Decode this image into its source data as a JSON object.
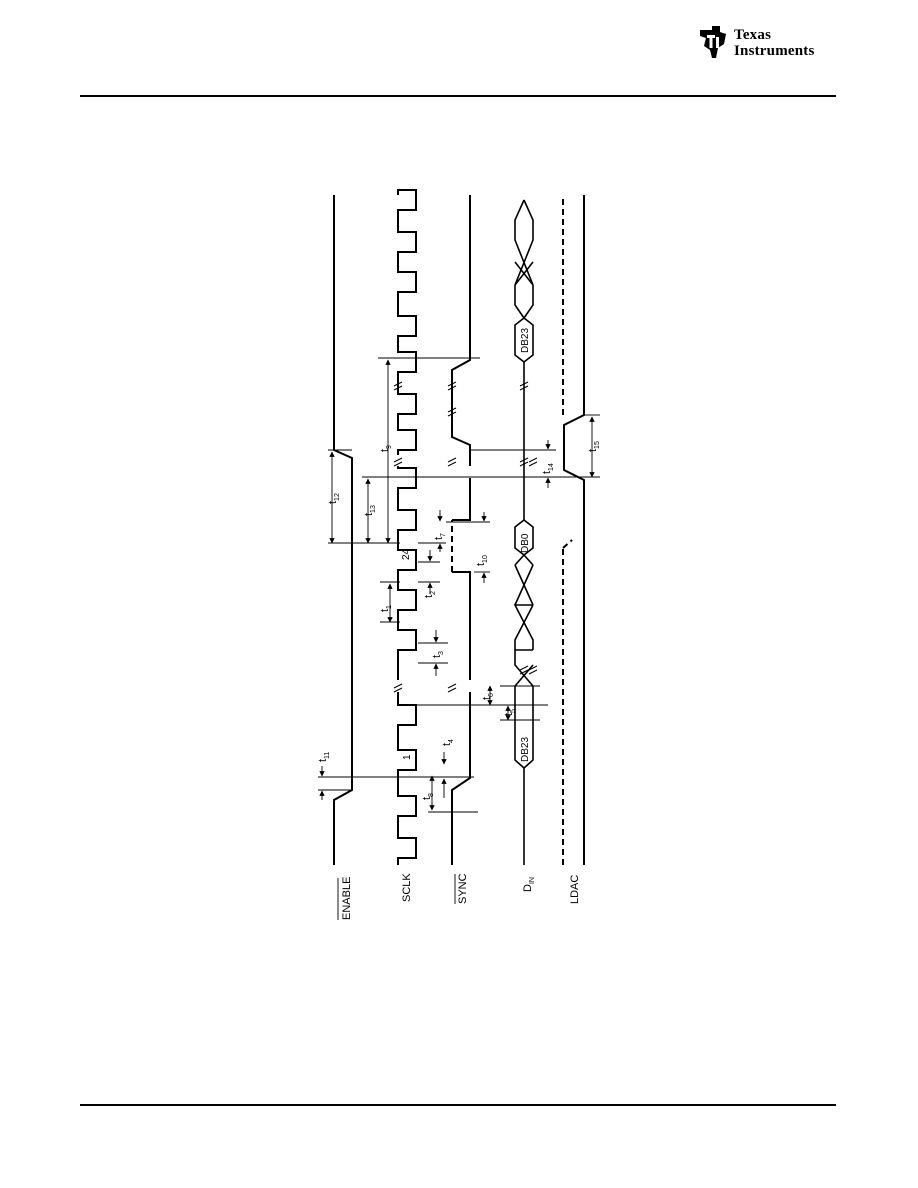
{
  "logo": {
    "line1": "Texas",
    "line2": "Instruments",
    "emblem": "ti-logo-icon"
  },
  "signals": [
    {
      "id": "enable",
      "label": "ENABLE",
      "overbar": true,
      "sub": ""
    },
    {
      "id": "sclk",
      "label": "SCLK",
      "overbar": false,
      "sub": ""
    },
    {
      "id": "sync",
      "label": "SYNC",
      "overbar": true,
      "sub": ""
    },
    {
      "id": "din",
      "label": "D",
      "overbar": false,
      "sub": "IN"
    },
    {
      "id": "ldac",
      "label": "LDAC",
      "overbar": false,
      "sub": ""
    }
  ],
  "timing": {
    "t1": {
      "base": "t",
      "sub": "1"
    },
    "t2": {
      "base": "t",
      "sub": "2"
    },
    "t3": {
      "base": "t",
      "sub": "3"
    },
    "t4": {
      "base": "t",
      "sub": "4"
    },
    "t5": {
      "base": "t",
      "sub": "5"
    },
    "t6": {
      "base": "t",
      "sub": "6"
    },
    "t7": {
      "base": "t",
      "sub": "7"
    },
    "t8": {
      "base": "t",
      "sub": "8"
    },
    "t9": {
      "base": "t",
      "sub": "9"
    },
    "t10": {
      "base": "t",
      "sub": "10"
    },
    "t11": {
      "base": "t",
      "sub": "11"
    },
    "t12": {
      "base": "t",
      "sub": "12"
    },
    "t13": {
      "base": "t",
      "sub": "13"
    },
    "t14": {
      "base": "t",
      "sub": "14"
    },
    "t15": {
      "base": "t",
      "sub": "15"
    }
  },
  "clock_labels": {
    "first": "1",
    "last": "24"
  },
  "data_labels": {
    "msb_first": "DB23",
    "lsb": "DB0",
    "msb_next": "DB23"
  }
}
